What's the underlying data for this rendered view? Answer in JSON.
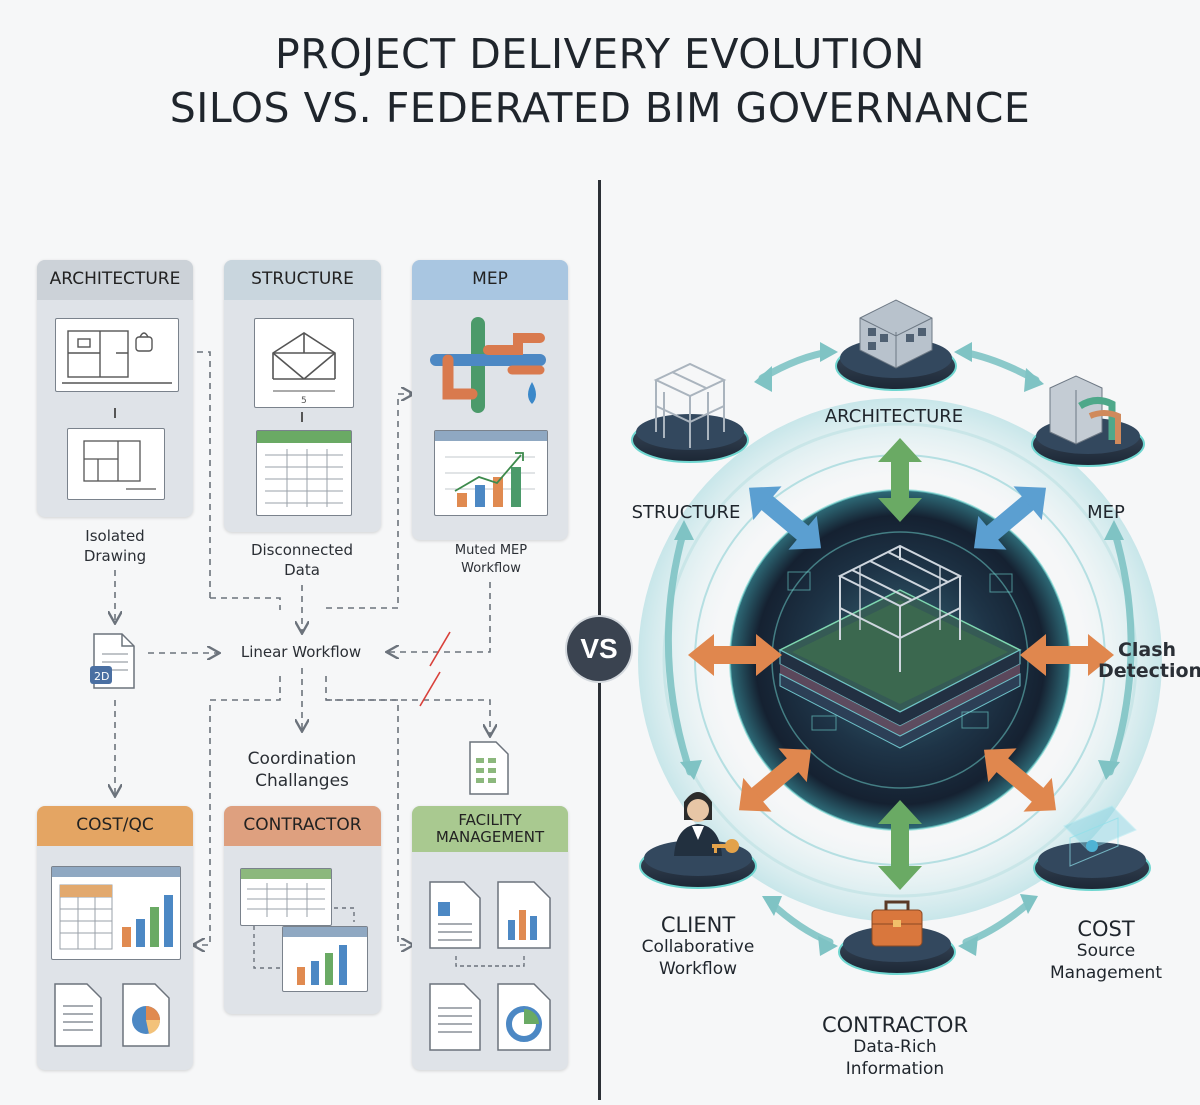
{
  "title": {
    "line1": "PROJECT DELIVERY EVOLUTION",
    "line2": "SILOS VS. FEDERATED BIM GOVERNANCE"
  },
  "vs_label": "VS",
  "left": {
    "panels": {
      "architecture": "ARCHITECTURE",
      "structure": "STRUCTURE",
      "mep": "MEP",
      "cost_qc": "COST/QC",
      "contractor": "CONTRACTOR",
      "facility_line1": "FACILITY",
      "facility_line2": "MANAGEMENT"
    },
    "captions": {
      "isolated_1": "Isolated",
      "isolated_2": "Drawing",
      "disconnected_1": "Disconnected",
      "disconnected_2": "Data",
      "muted_1": "Muted MEP",
      "muted_2": "Workflow",
      "linear": "Linear Workflow",
      "coordination_1": "Coordination",
      "coordination_2": "Challanges"
    },
    "doc_2d_label": "2D",
    "truss_dim": "5"
  },
  "right": {
    "nodes": {
      "architecture": "ARCHITECTURE",
      "structure": "STRUCTURE",
      "mep": "MEP",
      "clash_1": "Clash",
      "clash_2": "Detection",
      "client": "CLIENT",
      "client_sub_1": "Collaborative",
      "client_sub_2": "Workflow",
      "cost": "COST",
      "cost_sub_1": "Source",
      "cost_sub_2": "Management",
      "contractor": "CONTRACTOR",
      "contractor_sub_1": "Data-Rich",
      "contractor_sub_2": "Information"
    }
  },
  "colors": {
    "arrow_blue": "#5b9fd1",
    "arrow_green": "#6aaa64",
    "arrow_orange": "#e0874e",
    "arrow_teal": "#7fc3c4",
    "hub_dark": "#1b2a3c",
    "hub_glow": "#6fd6d0",
    "red_break": "#d9403a"
  }
}
